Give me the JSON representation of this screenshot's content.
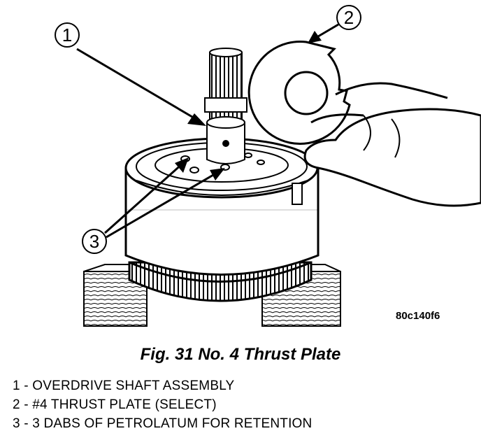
{
  "callouts": [
    {
      "num": "1"
    },
    {
      "num": "2"
    },
    {
      "num": "3"
    }
  ],
  "figure_code": "80c140f6",
  "caption": "Fig. 31 No. 4 Thrust Plate",
  "legend": [
    "1 - OVERDRIVE SHAFT ASSEMBLY",
    "2 - #4 THRUST PLATE (SELECT)",
    "3 - 3 DABS OF PETROLATUM FOR RETENTION"
  ]
}
